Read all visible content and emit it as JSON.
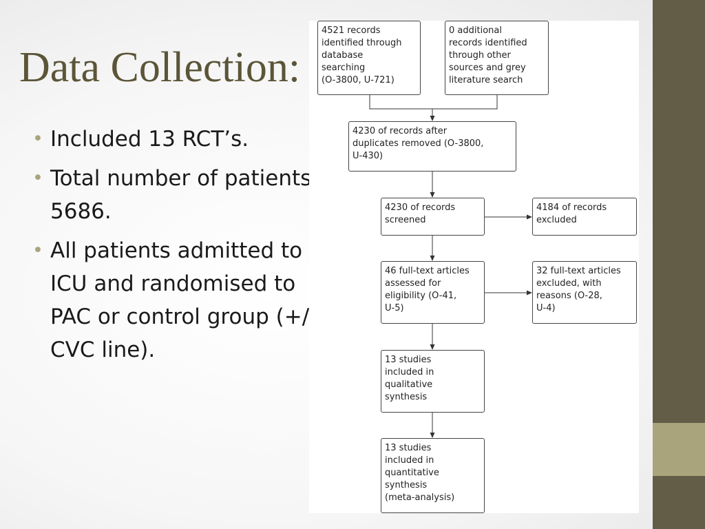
{
  "slide": {
    "title": "Data Collection:",
    "bullets": [
      "Included 13 RCT’s.",
      "Total number of patients\n5686.",
      "All patients admitted to\nICU and randomised to\nPAC or control group (+/\nCVC line)."
    ]
  },
  "colors": {
    "sidebar": "#635c47",
    "sidebar_accent": "#a9a47c",
    "title": "#5b5538",
    "bullet_marker": "#a9a47c"
  },
  "diagram": {
    "nodes": [
      {
        "id": "database-search",
        "text": "4521 records\nidentified through\ndatabase\nsearching\n(O-3800, U-721)"
      },
      {
        "id": "other-sources",
        "text": "0 additional\nrecords identified\nthrough other\nsources and grey\nliterature search"
      },
      {
        "id": "duplicates-removed",
        "text": "4230 of records after\nduplicates removed (O-3800,\nU-430)"
      },
      {
        "id": "records-screened",
        "text": "4230 of records\nscreened"
      },
      {
        "id": "records-excluded",
        "text": "4184 of records\nexcluded"
      },
      {
        "id": "fulltext-assessed",
        "text": "46 full-text articles\nassessed for\neligibility (O-41,\nU-5)"
      },
      {
        "id": "fulltext-excluded",
        "text": "32 full-text articles\nexcluded, with\nreasons (O-28,\nU-4)"
      },
      {
        "id": "qualitative-synthesis",
        "text": "13 studies\nincluded in\nqualitative\nsynthesis"
      },
      {
        "id": "quantitative-synthesis",
        "text": "13 studies\nincluded in\nquantitative\nsynthesis\n(meta-analysis)"
      }
    ],
    "edges": [
      {
        "from": "database-search",
        "to": "duplicates-removed"
      },
      {
        "from": "other-sources",
        "to": "duplicates-removed"
      },
      {
        "from": "duplicates-removed",
        "to": "records-screened"
      },
      {
        "from": "records-screened",
        "to": "records-excluded"
      },
      {
        "from": "records-screened",
        "to": "fulltext-assessed"
      },
      {
        "from": "fulltext-assessed",
        "to": "fulltext-excluded"
      },
      {
        "from": "fulltext-assessed",
        "to": "qualitative-synthesis"
      },
      {
        "from": "qualitative-synthesis",
        "to": "quantitative-synthesis"
      }
    ]
  }
}
